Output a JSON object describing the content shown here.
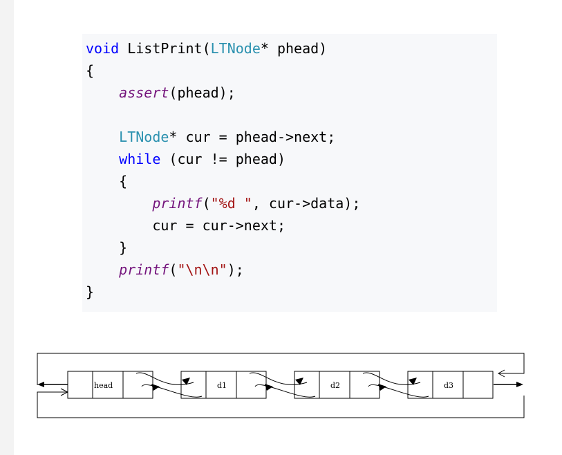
{
  "code": {
    "lines": [
      [
        {
          "t": "void",
          "c": "kw"
        },
        {
          "t": " ListPrint(",
          "c": "pl"
        },
        {
          "t": "LTNode",
          "c": "ty"
        },
        {
          "t": "* phead)",
          "c": "pl"
        }
      ],
      [
        {
          "t": "{",
          "c": "pl"
        }
      ],
      [
        {
          "t": "    ",
          "c": "pl"
        },
        {
          "t": "assert",
          "c": "fn"
        },
        {
          "t": "(phead);",
          "c": "pl"
        }
      ],
      [],
      [
        {
          "t": "    ",
          "c": "pl"
        },
        {
          "t": "LTNode",
          "c": "ty"
        },
        {
          "t": "* cur = phead->next;",
          "c": "pl"
        }
      ],
      [
        {
          "t": "    ",
          "c": "pl"
        },
        {
          "t": "while",
          "c": "kw"
        },
        {
          "t": " (cur != phead)",
          "c": "pl"
        }
      ],
      [
        {
          "t": "    {",
          "c": "pl"
        }
      ],
      [
        {
          "t": "        ",
          "c": "pl"
        },
        {
          "t": "printf",
          "c": "fn"
        },
        {
          "t": "(",
          "c": "pl"
        },
        {
          "t": "\"%d \"",
          "c": "str"
        },
        {
          "t": ", cur->data);",
          "c": "pl"
        }
      ],
      [
        {
          "t": "        cur = cur->next;",
          "c": "pl"
        }
      ],
      [
        {
          "t": "    }",
          "c": "pl"
        }
      ],
      [
        {
          "t": "    ",
          "c": "pl"
        },
        {
          "t": "printf",
          "c": "fn"
        },
        {
          "t": "(",
          "c": "pl"
        },
        {
          "t": "\"\\n\\n\"",
          "c": "str"
        },
        {
          "t": ");",
          "c": "pl"
        }
      ],
      [
        {
          "t": "}",
          "c": "pl"
        }
      ]
    ]
  },
  "diagram": {
    "nodes": [
      "head",
      "d1",
      "d2",
      "d3"
    ]
  }
}
